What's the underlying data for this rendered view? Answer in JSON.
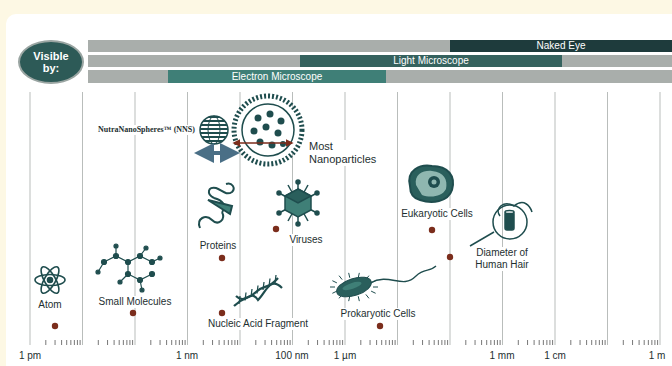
{
  "diagram": {
    "nodes": [
      {
        "text": [
          "Visible by:"
        ]
      },
      {
        "text": [
          "Naked Eye"
        ]
      },
      {
        "text": [
          "Light Microscope"
        ]
      },
      {
        "text": [
          "Electron Microscope"
        ]
      }
    ],
    "labels": [
      "NutraNanoSpheres™ (NNS)",
      "Most Nanoparticles",
      "Proteins",
      "Viruses",
      "Eukaryotic Cells",
      "Atom",
      "Small Molecules",
      "Diameter of Human Hair",
      "Nucleic Acid Fragment",
      "Prokaryotic Cells",
      "1 pm",
      "1 nm",
      "100 nm",
      "1 µm",
      "1 mm",
      "1 cm",
      "1 m"
    ]
  }
}
